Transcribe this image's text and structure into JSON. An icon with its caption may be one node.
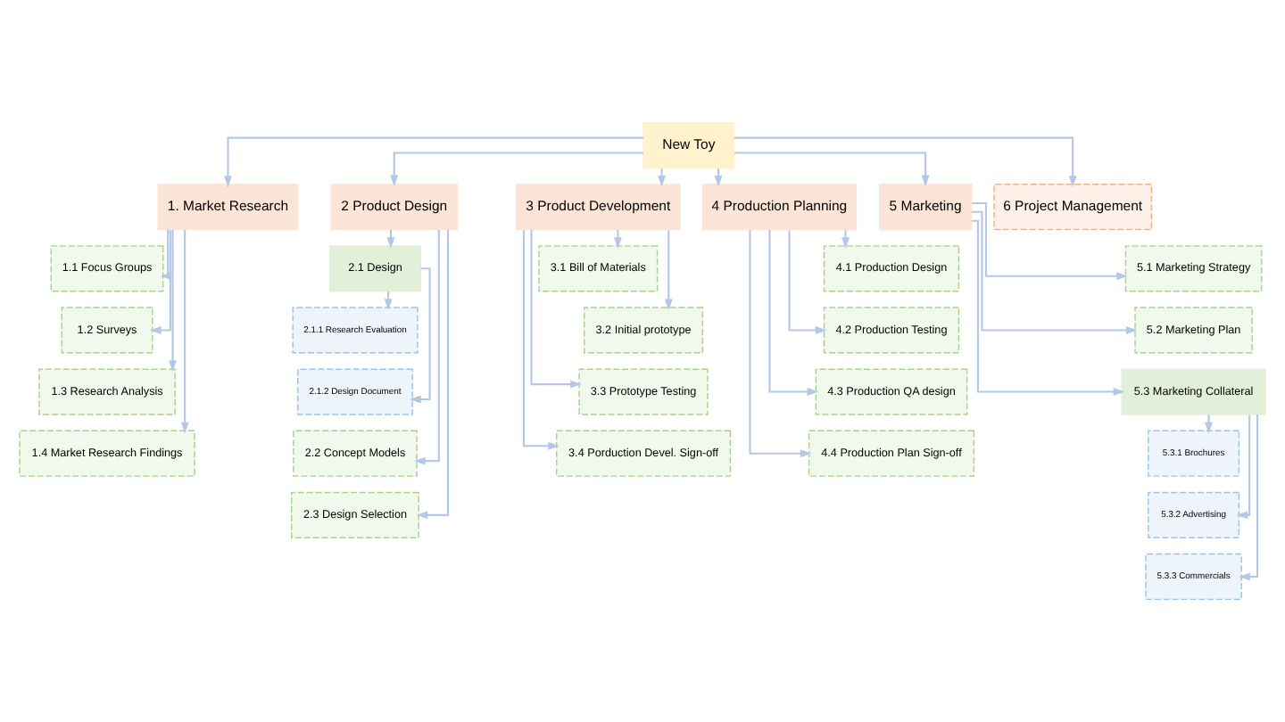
{
  "diagram": {
    "nodes": [
      {
        "text": [
          "New Toy"
        ]
      },
      {
        "text": [
          "1. Market Research"
        ]
      },
      {
        "text": [
          "1.1 Focus Groups"
        ]
      },
      {
        "text": [
          "1.2 Surveys"
        ]
      },
      {
        "text": [
          "1.3 Research Analysis"
        ]
      },
      {
        "text": [
          "1.4 Market Research Findings"
        ]
      },
      {
        "text": [
          "2 Product Design"
        ]
      },
      {
        "text": [
          "2.1 Design"
        ]
      },
      {
        "text": [
          "2.1.1 Research Evaluation"
        ]
      },
      {
        "text": [
          "2.1.2 Design Document"
        ]
      },
      {
        "text": [
          "2.2 Concept Models"
        ]
      },
      {
        "text": [
          "2.3 Design Selection"
        ]
      },
      {
        "text": [
          "3 Product Development"
        ]
      },
      {
        "text": [
          "3.1 Bill of Materials"
        ]
      },
      {
        "text": [
          "3.2 Initial prototype"
        ]
      },
      {
        "text": [
          "3.3 Prototype Testing"
        ]
      },
      {
        "text": [
          "3.4 Porduction Devel. Sign-off"
        ]
      },
      {
        "text": [
          "4 Production Planning"
        ]
      },
      {
        "text": [
          "4.1 Production Design"
        ]
      },
      {
        "text": [
          "4.2 Production Testing"
        ]
      },
      {
        "text": [
          "4.3 Production QA design"
        ]
      },
      {
        "text": [
          "4.4 Production Plan Sign-off"
        ]
      },
      {
        "text": [
          "5 Marketing"
        ]
      },
      {
        "text": [
          "5.1 Marketing Strategy"
        ]
      },
      {
        "text": [
          "5.2 Marketing Plan"
        ]
      },
      {
        "text": [
          "5.3 Marketing Collateral"
        ]
      },
      {
        "text": [
          "5.3.1 Brochures"
        ]
      },
      {
        "text": [
          "5.3.2 Advertising"
        ]
      },
      {
        "text": [
          "5.3.3 Commercials"
        ]
      },
      {
        "text": [
          "6 Project Management"
        ]
      }
    ],
    "edges": [
      {
        "from": 0,
        "to": 1,
        "arrow": "to"
      },
      {
        "from": 0,
        "to": 6,
        "arrow": "to"
      },
      {
        "from": 0,
        "to": 12,
        "arrow": "to"
      },
      {
        "from": 0,
        "to": 17,
        "arrow": "to"
      },
      {
        "from": 0,
        "to": 22,
        "arrow": "to"
      },
      {
        "from": 0,
        "to": 29,
        "arrow": "to"
      },
      {
        "from": 1,
        "to": 2,
        "arrow": "to"
      },
      {
        "from": 1,
        "to": 3,
        "arrow": "to"
      },
      {
        "from": 1,
        "to": 4,
        "arrow": "to"
      },
      {
        "from": 1,
        "to": 5,
        "arrow": "to"
      },
      {
        "from": 6,
        "to": 7,
        "arrow": "to"
      },
      {
        "from": 7,
        "to": 8,
        "arrow": "to"
      },
      {
        "from": 7,
        "to": 9,
        "arrow": "to"
      },
      {
        "from": 6,
        "to": 10,
        "arrow": "to"
      },
      {
        "from": 6,
        "to": 11,
        "arrow": "to"
      },
      {
        "from": 12,
        "to": 13,
        "arrow": "to"
      },
      {
        "from": 12,
        "to": 14,
        "arrow": "to"
      },
      {
        "from": 12,
        "to": 15,
        "arrow": "to"
      },
      {
        "from": 12,
        "to": 16,
        "arrow": "to"
      },
      {
        "from": 17,
        "to": 18,
        "arrow": "to"
      },
      {
        "from": 17,
        "to": 19,
        "arrow": "to"
      },
      {
        "from": 17,
        "to": 20,
        "arrow": "to"
      },
      {
        "from": 17,
        "to": 21,
        "arrow": "to"
      },
      {
        "from": 22,
        "to": 23,
        "arrow": "to"
      },
      {
        "from": 22,
        "to": 24,
        "arrow": "to"
      },
      {
        "from": 22,
        "to": 25,
        "arrow": "to"
      },
      {
        "from": 25,
        "to": 26,
        "arrow": "to"
      },
      {
        "from": 25,
        "to": 27,
        "arrow": "to"
      },
      {
        "from": 25,
        "to": 28,
        "arrow": "to"
      }
    ]
  }
}
